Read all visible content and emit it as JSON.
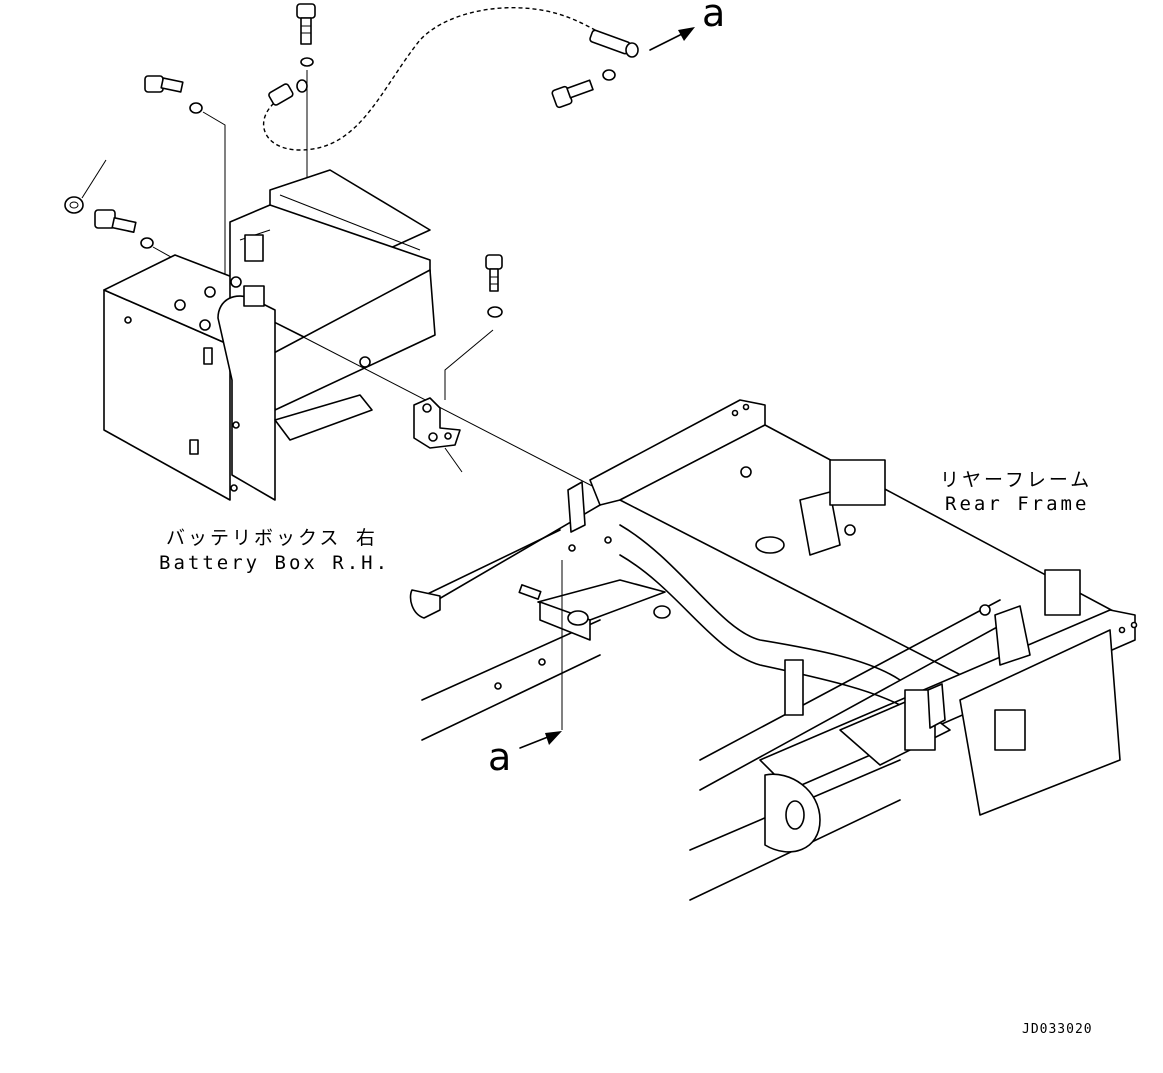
{
  "labels": {
    "battery_box_jp": "バッテリボックス 右",
    "battery_box_en": "Battery Box R.H.",
    "rear_frame_jp": "リヤーフレーム",
    "rear_frame_en": "Rear Frame",
    "connector_top": "a",
    "connector_bottom": "a",
    "drawing_code": "JD033020"
  }
}
